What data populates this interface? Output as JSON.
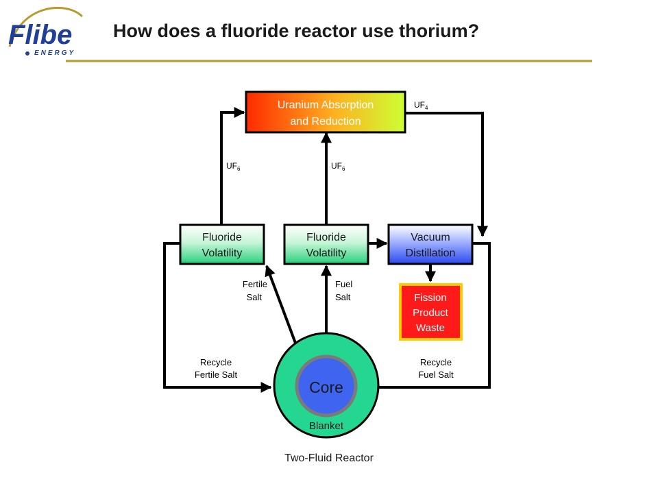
{
  "logo": {
    "brand": "Flibe",
    "sub": "ENERGY",
    "accent_color": "#1f3f99"
  },
  "slide": {
    "title": "How does a fluoride reactor use thorium?",
    "rule_color": "#b79a2a"
  },
  "diagram": {
    "uranium_box": {
      "line1": "Uranium Absorption",
      "line2": "and Reduction"
    },
    "fv_left": {
      "line1": "Fluoride",
      "line2": "Volatility"
    },
    "fv_mid": {
      "line1": "Fluoride",
      "line2": "Volatility"
    },
    "vacuum": {
      "line1": "Vacuum",
      "line2": "Distillation"
    },
    "waste": {
      "line1": "Fission",
      "line2": "Product",
      "line3": "Waste"
    },
    "uf4": {
      "base": "UF",
      "sub": "4"
    },
    "uf6_left": {
      "base": "UF",
      "sub": "6"
    },
    "uf6_mid": {
      "base": "UF",
      "sub": "6"
    },
    "fertile_salt": {
      "line1": "Fertile",
      "line2": "Salt"
    },
    "fuel_salt": {
      "line1": "Fuel",
      "line2": "Salt"
    },
    "recycle_fertile": {
      "line1": "Recycle",
      "line2": "Fertile Salt"
    },
    "recycle_fuel": {
      "line1": "Recycle",
      "line2": "Fuel Salt"
    },
    "core": "Core",
    "blanket": "Blanket",
    "caption": "Two-Fluid Reactor"
  }
}
